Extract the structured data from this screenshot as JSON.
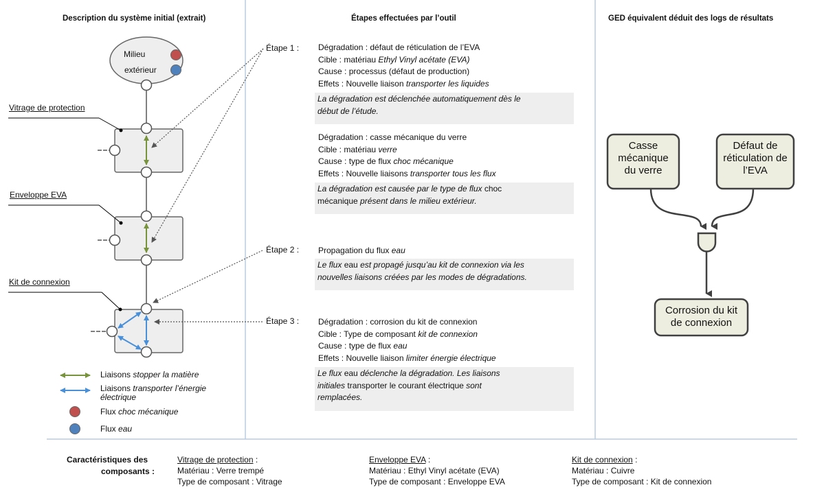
{
  "headers": {
    "left": "Description du système initial (extrait)",
    "middle": "Étapes effectuées par l’outil",
    "right": "GED équivalent déduit des logs de résultats"
  },
  "system": {
    "milieu_line1": "Milieu",
    "milieu_line2": "extérieur",
    "vitrage_label": "Vitrage de protection",
    "enveloppe_label": "Enveloppe EVA",
    "kit_label": "Kit de connexion"
  },
  "legend": {
    "green_prefix": "Liaisons",
    "green_italic": "stopper la matière",
    "blue_prefix": "Liaisons",
    "blue_italic_1": "transporter l’énergie",
    "blue_italic_2": "électrique",
    "red_prefix": "Flux",
    "red_italic": "choc mécanique",
    "water_prefix": "Flux",
    "water_italic": "eau"
  },
  "steps": {
    "step1_label": "Étape 1 :",
    "step2_label": "Étape 2 :",
    "step3_label": "Étape 3 :",
    "block1": {
      "l1": "Dégradation : défaut de réticulation de l’EVA",
      "l2_prefix": "Cible : matériau ",
      "l2_italic": "Ethyl Vinyl acétate (EVA)",
      "l3": "Cause : processus (défaut de production)",
      "l4_prefix": "Effets : Nouvelle liaison ",
      "l4_italic": "transporter les liquides",
      "note_1": "La dégradation est déclenchée automatiquement dès le",
      "note_2": "début de l’étude."
    },
    "block2": {
      "l1": "Dégradation : casse mécanique du verre",
      "l2_prefix": "Cible : matériau ",
      "l2_italic": "verre",
      "l3_prefix": "Cause : type de flux ",
      "l3_italic": "choc mécanique",
      "l4_prefix": "Effets : Nouvelle liaisons ",
      "l4_italic": "transporter tous les flux",
      "note_a": "La dégradation est causée par le type de flux",
      "note_b": " choc",
      "note_c": "mécanique",
      "note_d": " présent dans le milieu extérieur."
    },
    "block3": {
      "l1_prefix": "Propagation du flux ",
      "l1_italic": "eau",
      "note_a": "Le flux",
      "note_b": " eau ",
      "note_c": "est propagé jusqu’au kit de connexion via les",
      "note_2": "nouvelles liaisons créées par les modes de dégradations."
    },
    "block4": {
      "l1": "Dégradation : corrosion du kit de connexion",
      "l2_prefix": "Cible : Type de composant ",
      "l2_italic": "kit de connexion",
      "l3_prefix": "Cause : type de flux ",
      "l3_italic": "eau",
      "l4_prefix": "Effets : Nouvelle liaison ",
      "l4_italic": "limiter énergie électrique",
      "note_a": "Le flux",
      "note_b": " eau ",
      "note_c": "déclenche la dégradation. Les liaisons",
      "note_d": "initiales",
      "note_e": " transporter le courant électrique ",
      "note_f": "sont",
      "note_g": "remplacées."
    }
  },
  "ged": {
    "node1_l1": "Casse",
    "node1_l2": "mécanique",
    "node1_l3": "du verre",
    "node2_l1": "Défaut de",
    "node2_l2": "réticulation de",
    "node2_l3": "l’EVA",
    "node3_l1": "Corrosion du kit",
    "node3_l2": "de connexion"
  },
  "components": {
    "title_1": "Caractéristiques des",
    "title_2": "composants :",
    "c1_title": "Vitrage de protection",
    "c1_colon": " :",
    "c1_l1": "Matériau : Verre trempé",
    "c1_l2": "Type de composant : Vitrage",
    "c2_title": "Enveloppe EVA",
    "c2_colon": " :",
    "c2_l1": "Matériau : Ethyl Vinyl acétate (EVA)",
    "c2_l2": "Type de composant : Enveloppe EVA",
    "c3_title": "Kit de connexion",
    "c3_colon": " :",
    "c3_l1": "Matériau : Cuivre",
    "c3_l2": "Type de composant : Kit de connexion"
  },
  "colors": {
    "green_link": "#77933c",
    "blue_link": "#4a90d9",
    "red_flux": "#c0504d",
    "blue_flux": "#4f81bd",
    "node_fill": "#eeeee0",
    "separator": "#b8cce4"
  }
}
